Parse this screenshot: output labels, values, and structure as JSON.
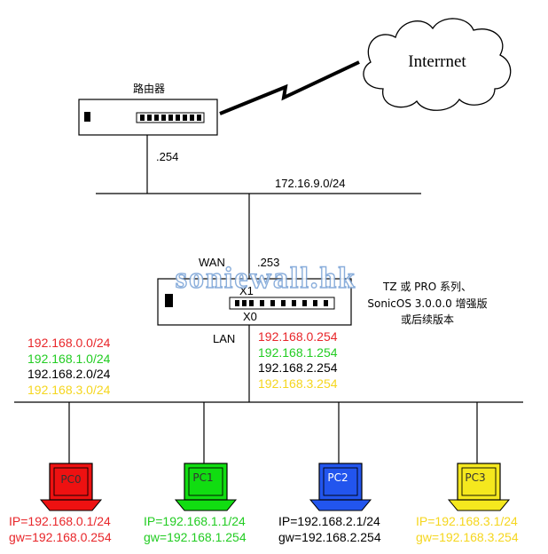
{
  "internet": {
    "label": "Interrnet"
  },
  "router": {
    "label": "路由器",
    "lan_ip": ".254"
  },
  "wan_network": {
    "label": "172.16.9.0/24"
  },
  "firewall": {
    "wan_label": "WAN",
    "wan_ip": ".253",
    "x1_label": "X1",
    "x0_label": "X0",
    "lan_label": "LAN",
    "description": [
      "TZ 或 PRO 系列、",
      "SonicOS 3.0.0.0 增强版",
      "或后续版本"
    ],
    "lan_ips": [
      {
        "text": "192.168.0.254",
        "color": "#e8262a"
      },
      {
        "text": "192.168.1.254",
        "color": "#22cc22"
      },
      {
        "text": "192.168.2.254",
        "color": "#000000"
      },
      {
        "text": "192.168.3.254",
        "color": "#f5d61e"
      }
    ]
  },
  "subnets": [
    {
      "text": "192.168.0.0/24",
      "color": "#e8262a"
    },
    {
      "text": "192.168.1.0/24",
      "color": "#22cc22"
    },
    {
      "text": "192.168.2.0/24",
      "color": "#000000"
    },
    {
      "text": "192.168.3.0/24",
      "color": "#f5d61e"
    }
  ],
  "pcs": [
    {
      "name": "PC0",
      "ip": "IP=192.168.0.1/24",
      "gw": "gw=192.168.0.254",
      "color": "#ee1111",
      "text_color": "#e8262a"
    },
    {
      "name": "PC1",
      "ip": "IP=192.168.1.1/24",
      "gw": "gw=192.168.1.254",
      "color": "#11dd11",
      "text_color": "#22cc22"
    },
    {
      "name": "PC2",
      "ip": "IP=192.168.2.1/24",
      "gw": "gw=192.168.2.254",
      "color": "#2255ee",
      "text_color": "#000000"
    },
    {
      "name": "PC3",
      "ip": "IP=192.168.3.1/24",
      "gw": "gw=192.168.3.254",
      "color": "#f5e81e",
      "text_color": "#f5d61e"
    }
  ],
  "watermark": "soniewall.hk"
}
